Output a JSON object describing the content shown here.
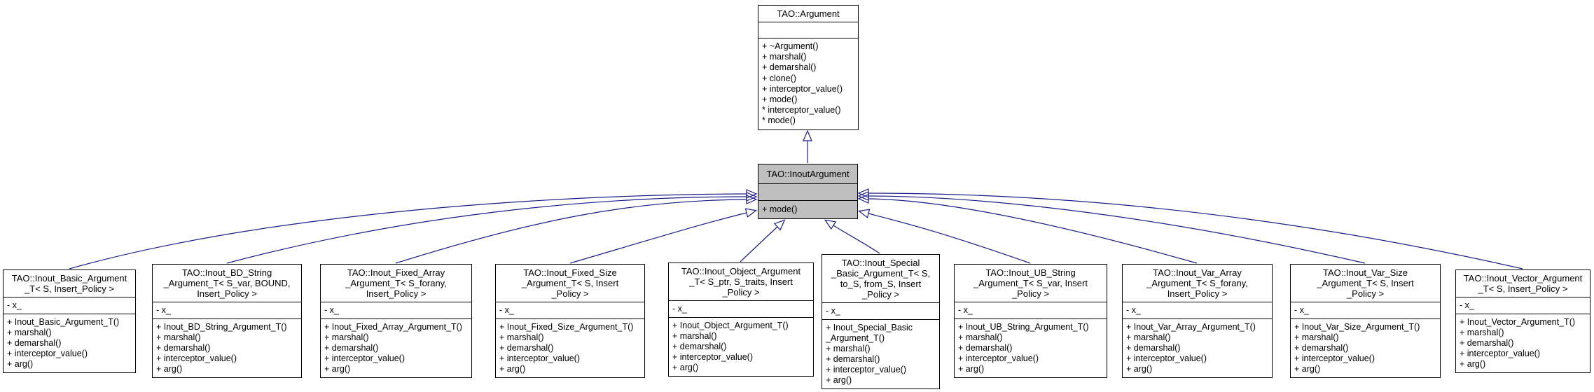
{
  "colors": {
    "arrow": "#1a1a8c",
    "selected_fill": "#bfbfbf",
    "box_fill": "#ffffff",
    "border": "#000000"
  },
  "inheritance": {
    "base": "TAO::Argument",
    "hub": "TAO::InoutArgument",
    "derived_count": 10
  },
  "base_class": {
    "title": "TAO::Argument",
    "attributes": [],
    "methods": [
      "+ ~Argument()",
      "+ marshal()",
      "+ demarshal()",
      "+ clone()",
      "+ interceptor_value()",
      "+ mode()",
      "* interceptor_value()",
      "* mode()"
    ]
  },
  "parent_class": {
    "title": "TAO::InoutArgument",
    "attributes": [],
    "methods": [
      "+ mode()"
    ]
  },
  "subclasses": [
    {
      "title": "TAO::Inout_Basic_Argument\n_T< S, Insert_Policy >",
      "attributes": [
        "- x_"
      ],
      "methods": [
        "+ Inout_Basic_Argument_T()",
        "+ marshal()",
        "+ demarshal()",
        "+ interceptor_value()",
        "+ arg()"
      ]
    },
    {
      "title": "TAO::Inout_BD_String\n_Argument_T< S_var, BOUND,\nInsert_Policy >",
      "attributes": [
        "- x_"
      ],
      "methods": [
        "+ Inout_BD_String_Argument_T()",
        "+ marshal()",
        "+ demarshal()",
        "+ interceptor_value()",
        "+ arg()"
      ]
    },
    {
      "title": "TAO::Inout_Fixed_Array\n_Argument_T< S_forany,\nInsert_Policy >",
      "attributes": [
        "- x_"
      ],
      "methods": [
        "+ Inout_Fixed_Array_Argument_T()",
        "+ marshal()",
        "+ demarshal()",
        "+ interceptor_value()",
        "+ arg()"
      ]
    },
    {
      "title": "TAO::Inout_Fixed_Size\n_Argument_T< S, Insert\n_Policy >",
      "attributes": [
        "- x_"
      ],
      "methods": [
        "+ Inout_Fixed_Size_Argument_T()",
        "+ marshal()",
        "+ demarshal()",
        "+ interceptor_value()",
        "+ arg()"
      ]
    },
    {
      "title": "TAO::Inout_Object_Argument\n_T< S_ptr, S_traits, Insert\n_Policy >",
      "attributes": [
        "- x_"
      ],
      "methods": [
        "+ Inout_Object_Argument_T()",
        "+ marshal()",
        "+ demarshal()",
        "+ interceptor_value()",
        "+ arg()"
      ]
    },
    {
      "title": "TAO::Inout_Special\n_Basic_Argument_T< S,\nto_S, from_S, Insert\n_Policy >",
      "attributes": [
        "- x_"
      ],
      "methods": [
        "+ Inout_Special_Basic\n_Argument_T()",
        "+ marshal()",
        "+ demarshal()",
        "+ interceptor_value()",
        "+ arg()"
      ]
    },
    {
      "title": "TAO::Inout_UB_String\n_Argument_T< S_var, Insert\n_Policy >",
      "attributes": [
        "- x_"
      ],
      "methods": [
        "+ Inout_UB_String_Argument_T()",
        "+ marshal()",
        "+ demarshal()",
        "+ interceptor_value()",
        "+ arg()"
      ]
    },
    {
      "title": "TAO::Inout_Var_Array\n_Argument_T< S_forany,\nInsert_Policy >",
      "attributes": [
        "- x_"
      ],
      "methods": [
        "+ Inout_Var_Array_Argument_T()",
        "+ marshal()",
        "+ demarshal()",
        "+ interceptor_value()",
        "+ arg()"
      ]
    },
    {
      "title": "TAO::Inout_Var_Size\n_Argument_T< S, Insert\n_Policy >",
      "attributes": [
        "- x_"
      ],
      "methods": [
        "+ Inout_Var_Size_Argument_T()",
        "+ marshal()",
        "+ demarshal()",
        "+ interceptor_value()",
        "+ arg()"
      ]
    },
    {
      "title": "TAO::Inout_Vector_Argument\n_T< S, Insert_Policy >",
      "attributes": [
        "- x_"
      ],
      "methods": [
        "+ Inout_Vector_Argument_T()",
        "+ marshal()",
        "+ demarshal()",
        "+ interceptor_value()",
        "+ arg()"
      ]
    }
  ]
}
